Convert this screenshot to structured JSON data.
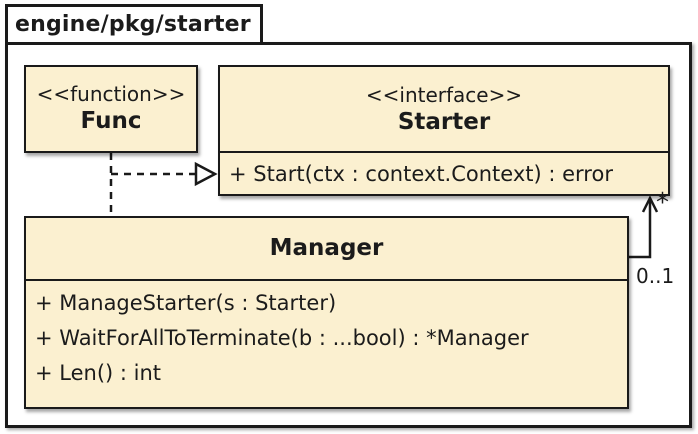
{
  "package": {
    "name": "engine/pkg/starter"
  },
  "classes": {
    "func": {
      "stereotype": "<<function>>",
      "name": "Func"
    },
    "starter": {
      "stereotype": "<<interface>>",
      "name": "Starter",
      "methods": [
        "+ Start(ctx : context.Context) : error"
      ]
    },
    "manager": {
      "name": "Manager",
      "methods": [
        "+ ManageStarter(s : Starter)",
        "+ WaitForAllToTerminate(b : ...bool) : *Manager",
        "+ Len() : int"
      ]
    }
  },
  "relations": {
    "realization": {
      "from": "Func",
      "to": "Starter",
      "line": "dashed",
      "arrowhead": "hollow-triangle"
    },
    "association": {
      "from": "Manager",
      "to": "Starter",
      "line": "solid",
      "arrowhead": "open",
      "target_multiplicity": "*",
      "source_multiplicity": "0..1"
    }
  },
  "colors": {
    "class_fill": "#FBF0D0",
    "border": "#1A1A1A",
    "text": "#1B1B1B",
    "bg": "#FFFFFF"
  }
}
